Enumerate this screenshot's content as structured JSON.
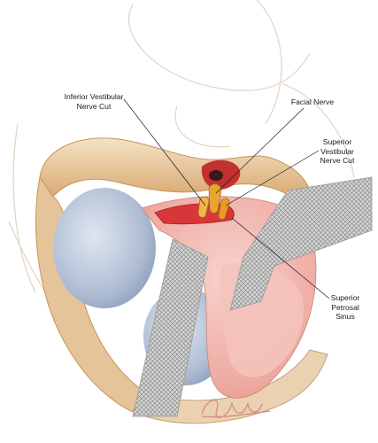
{
  "labels": {
    "inferior_vestibular_nerve": [
      "Inferior Vestibular",
      "Nerve Cut"
    ],
    "facial_nerve": [
      "Facial Nerve"
    ],
    "superior_vestibular_nerve": [
      "Superior",
      "Vestibular",
      "Nerve Cut"
    ],
    "superior_petrosal_sinus": [
      "Superior",
      "Petrosal",
      "Sinus"
    ]
  },
  "colors": {
    "bone": "#e8c9a0",
    "tissue_pink": "#f2b8b0",
    "dura_red": "#d9363a",
    "nerve_yellow": "#e8a530",
    "cerebellum_blue": "#b9c6da",
    "mesh_gray": "#c9c9c9",
    "leader_line": "#1a1a1a"
  }
}
